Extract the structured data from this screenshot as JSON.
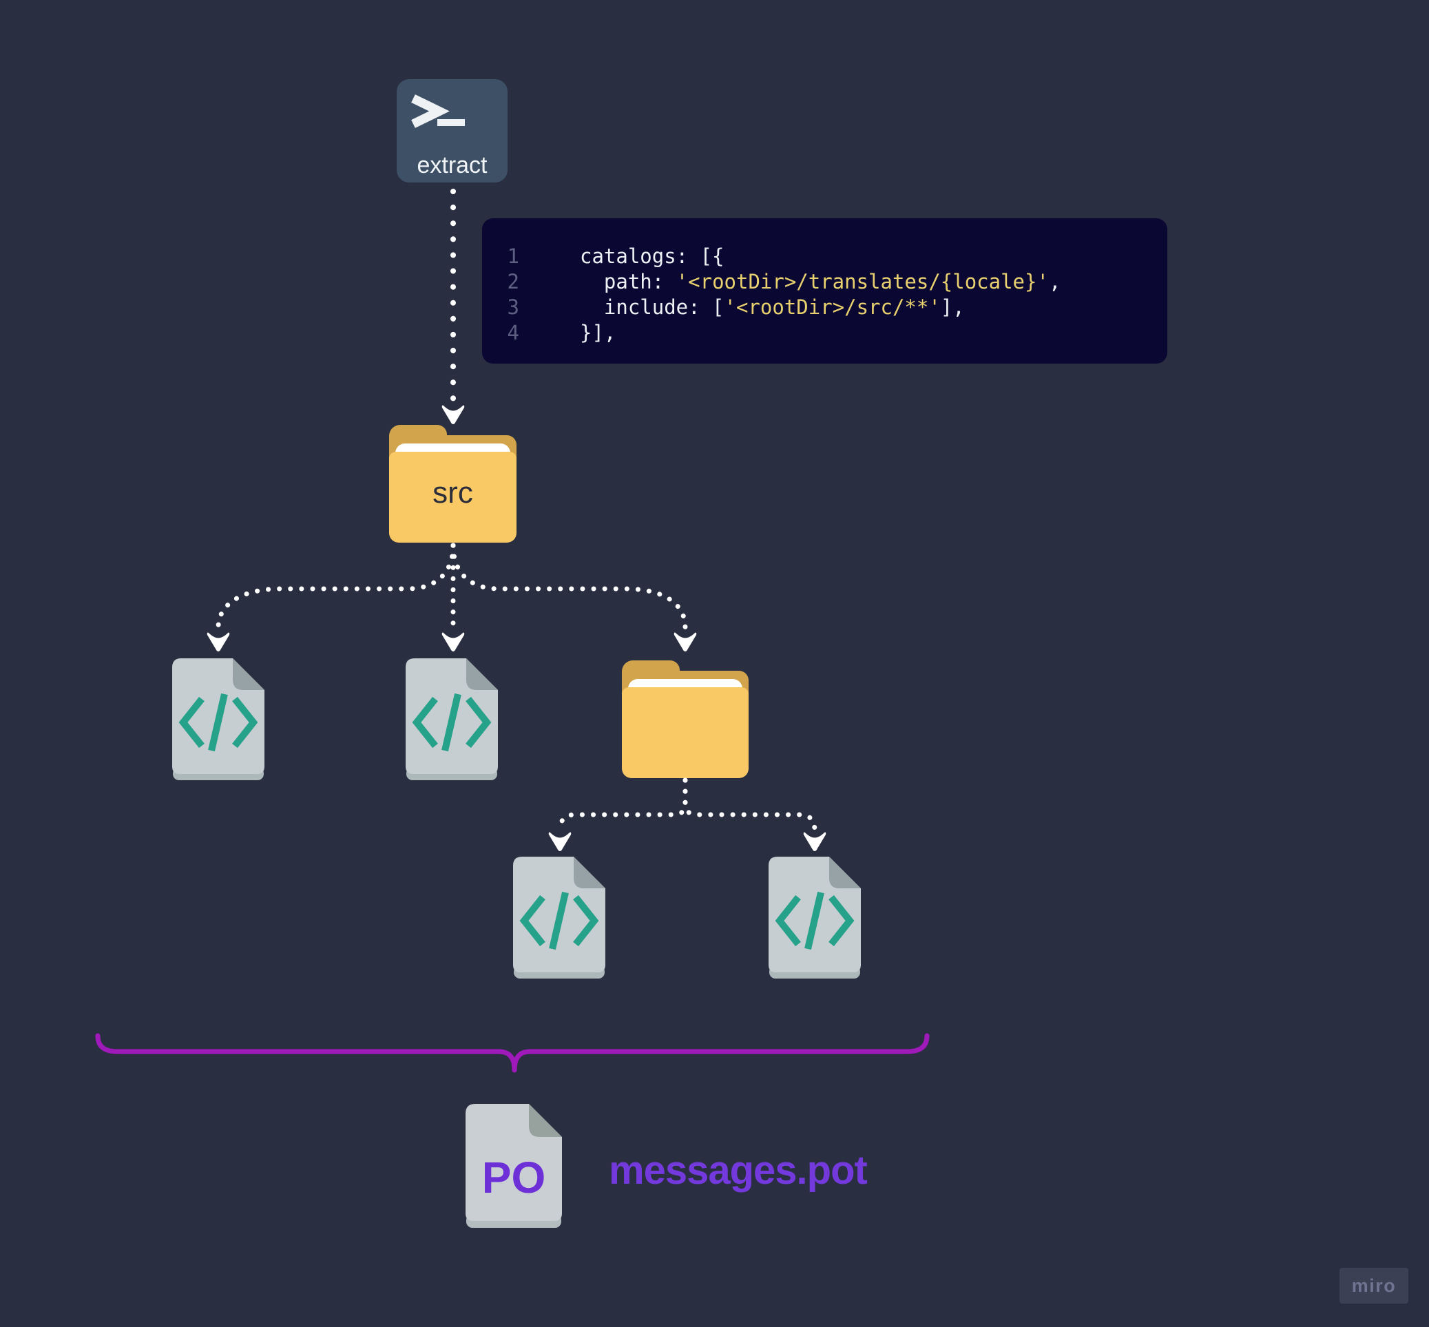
{
  "diagram": {
    "background_color": "#292e40",
    "terminal_node": {
      "label": "extract",
      "icon": "terminal-prompt-icon",
      "bg_color": "#3d5066"
    },
    "code_snippet": {
      "bg_color": "#0b0733",
      "colors": {
        "plain": "#eef0f4",
        "string": "#e8d16e",
        "line_number": "#5d5f82"
      },
      "lines": [
        {
          "num": "1",
          "pre": "catalogs: [{",
          "string": "",
          "post": ""
        },
        {
          "num": "2",
          "pre": "  path: ",
          "string": "'<rootDir>/translates/{locale}'",
          "post": ","
        },
        {
          "num": "3",
          "pre": "  include: [",
          "string": "'<rootDir>/src/**'",
          "post": "],"
        },
        {
          "num": "4",
          "pre": "}],",
          "string": "",
          "post": ""
        }
      ]
    },
    "src_folder": {
      "label": "src",
      "front_color": "#f9c966",
      "back_color": "#d2a44b"
    },
    "subfolder": {
      "label": ""
    },
    "code_file_color": {
      "body": "#c7ced2",
      "fold": "#96a2a5",
      "glyph": "#26a28a"
    },
    "output": {
      "po_badge": "PO",
      "filename": "messages.pot",
      "po_color": "#6d2fd6",
      "filename_color": "#7439dc",
      "brace_color": "#a019ba"
    },
    "watermark": {
      "label": "miro"
    }
  }
}
